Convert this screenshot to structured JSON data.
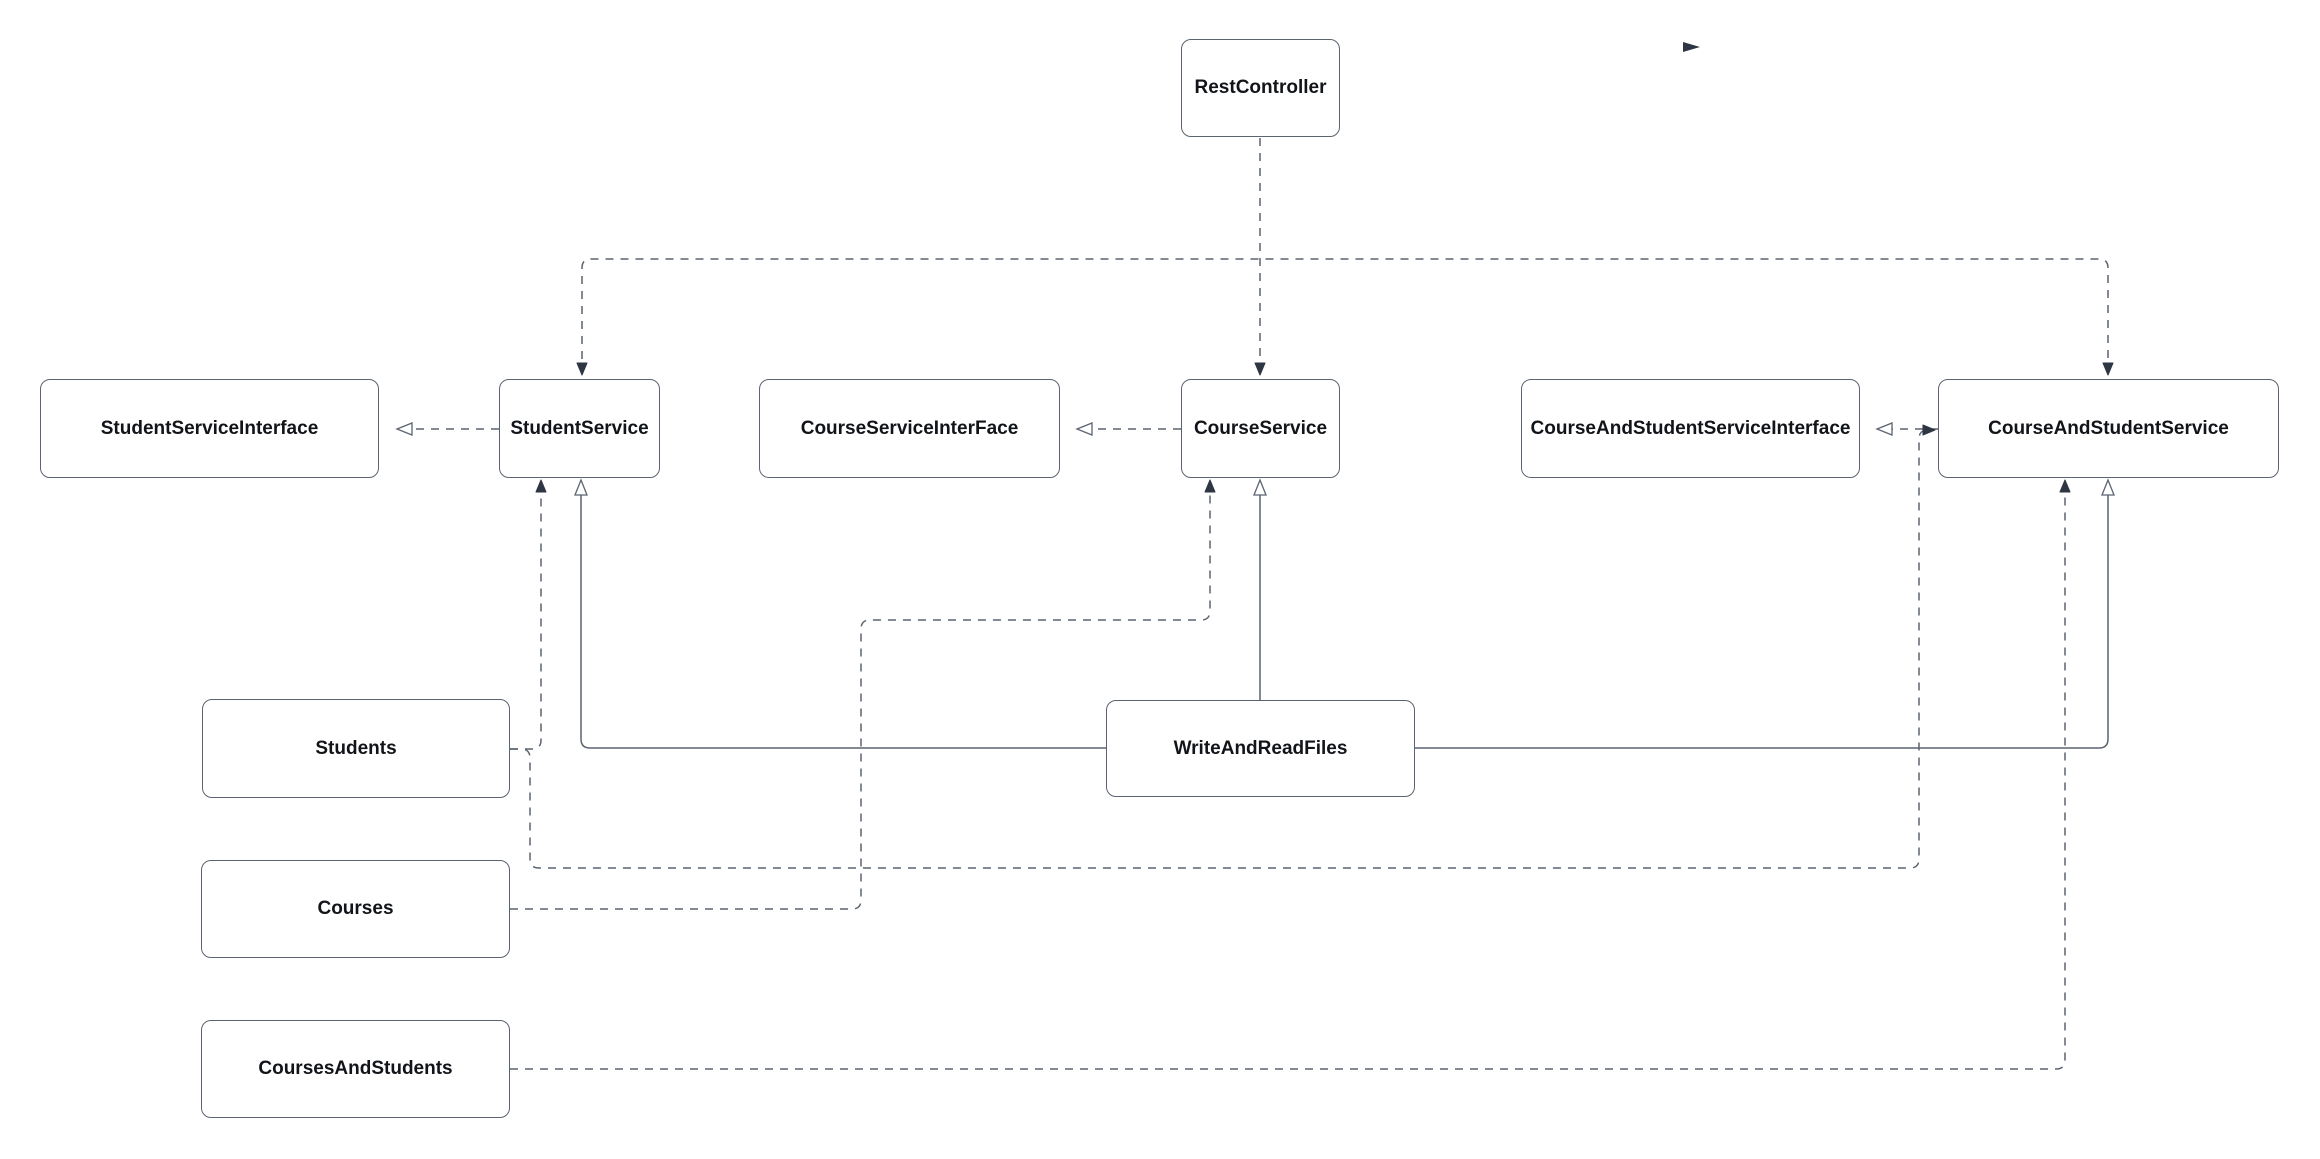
{
  "diagram": {
    "background_color": "#ffffff",
    "line_color": "#5b6470",
    "arrow_fill_color": "#2e3644",
    "nodes": [
      {
        "id": "rest-controller",
        "label": "RestController"
      },
      {
        "id": "student-service-interface",
        "label": "StudentServiceInterface"
      },
      {
        "id": "student-service",
        "label": "StudentService"
      },
      {
        "id": "course-service-interface",
        "label": "CourseServiceInterFace"
      },
      {
        "id": "course-service",
        "label": "CourseService"
      },
      {
        "id": "course-and-student-service-interface",
        "label": "CourseAndStudentServiceInterface"
      },
      {
        "id": "course-and-student-service",
        "label": "CourseAndStudentService"
      },
      {
        "id": "students",
        "label": "Students"
      },
      {
        "id": "write-and-read-files",
        "label": "WriteAndReadFiles"
      },
      {
        "id": "courses",
        "label": "Courses"
      },
      {
        "id": "courses-and-students",
        "label": "CoursesAndStudents"
      }
    ],
    "edges": [
      {
        "from": "RestController",
        "to": "StudentService",
        "style": "dashed",
        "arrow": "filled"
      },
      {
        "from": "RestController",
        "to": "CourseService",
        "style": "dashed",
        "arrow": "filled"
      },
      {
        "from": "RestController",
        "to": "CourseAndStudentService",
        "style": "dashed",
        "arrow": "filled"
      },
      {
        "from": "StudentService",
        "to": "StudentServiceInterface",
        "style": "dashed",
        "arrow": "hollow-triangle"
      },
      {
        "from": "CourseService",
        "to": "CourseServiceInterFace",
        "style": "dashed",
        "arrow": "hollow-triangle"
      },
      {
        "from": "CourseAndStudentService",
        "to": "CourseAndStudentServiceInterface",
        "style": "dashed",
        "arrow": "hollow-triangle"
      },
      {
        "from": "Students",
        "to": "StudentService",
        "style": "dashed",
        "arrow": "filled"
      },
      {
        "from": "Students",
        "to": "CourseAndStudentService",
        "style": "dashed",
        "arrow": "filled"
      },
      {
        "from": "Courses",
        "to": "CourseService",
        "style": "dashed",
        "arrow": "filled"
      },
      {
        "from": "CoursesAndStudents",
        "to": "CourseAndStudentService",
        "style": "dashed",
        "arrow": "filled"
      },
      {
        "from": "WriteAndReadFiles",
        "to": "StudentService",
        "style": "solid",
        "arrow": "hollow-triangle"
      },
      {
        "from": "WriteAndReadFiles",
        "to": "CourseService",
        "style": "solid",
        "arrow": "hollow-triangle"
      },
      {
        "from": "WriteAndReadFiles",
        "to": "CourseAndStudentService",
        "style": "solid",
        "arrow": "hollow-triangle"
      }
    ],
    "play_marker": {
      "icon": "play-icon",
      "color": "#2e3644"
    }
  }
}
